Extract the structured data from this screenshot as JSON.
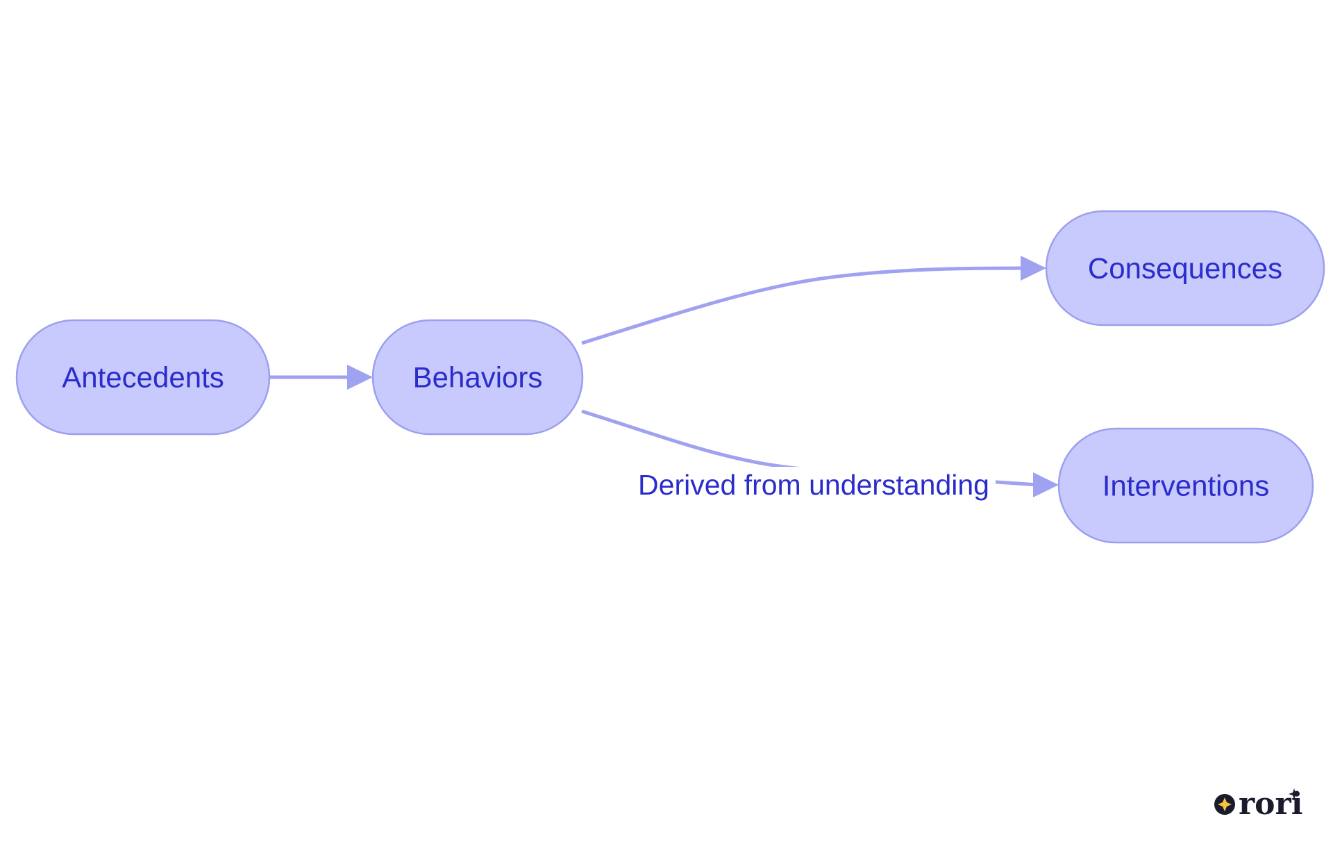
{
  "nodes": {
    "antecedents": {
      "label": "Antecedents"
    },
    "behaviors": {
      "label": "Behaviors"
    },
    "consequences": {
      "label": "Consequences"
    },
    "interventions": {
      "label": "Interventions"
    }
  },
  "edges": [
    {
      "from": "antecedents",
      "to": "behaviors",
      "label": ""
    },
    {
      "from": "behaviors",
      "to": "consequences",
      "label": ""
    },
    {
      "from": "behaviors",
      "to": "interventions",
      "label": "Derived from understanding"
    }
  ],
  "logo": {
    "text": "rori"
  },
  "colors": {
    "node_fill": "#c8c9fc",
    "node_stroke": "#9c9fef",
    "edge": "#9fa2f0",
    "text": "#2a2ccb"
  }
}
